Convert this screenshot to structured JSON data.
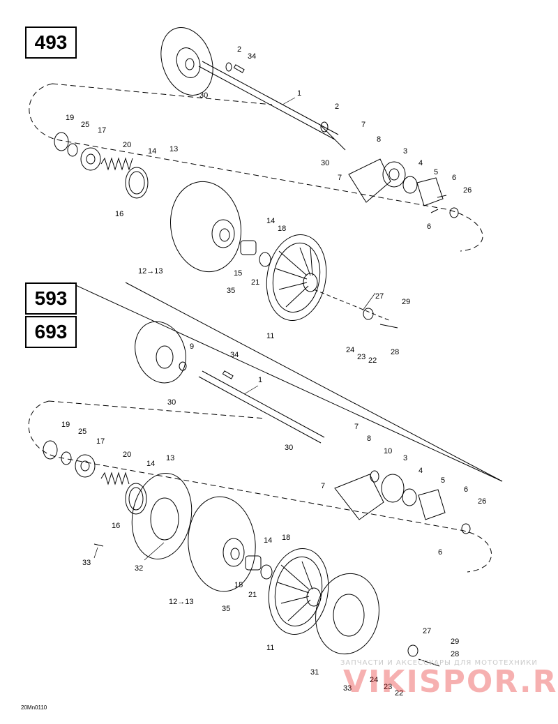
{
  "models": {
    "top": "493",
    "bottom_a": "593",
    "bottom_b": "693"
  },
  "callouts_top": {
    "c1": "1",
    "c2a": "2",
    "c2b": "2",
    "c3": "3",
    "c4": "4",
    "c5": "5",
    "c6a": "6",
    "c6b": "6",
    "c7a": "7",
    "c7b": "7",
    "c8": "8",
    "c11": "11",
    "c12": "12→13",
    "c13": "13",
    "c14a": "14",
    "c14b": "14",
    "c15": "15",
    "c16": "16",
    "c17": "17",
    "c18": "18",
    "c19": "19",
    "c20": "20",
    "c21": "21",
    "c22": "22",
    "c23": "23",
    "c24": "24",
    "c25": "25",
    "c26": "26",
    "c27": "27",
    "c28": "28",
    "c29": "29",
    "c30a": "30",
    "c30b": "30",
    "c34": "34",
    "c35": "35"
  },
  "callouts_bottom": {
    "c1": "1",
    "c3": "3",
    "c4": "4",
    "c5": "5",
    "c6a": "6",
    "c6b": "6",
    "c7a": "7",
    "c7b": "7",
    "c8": "8",
    "c9": "9",
    "c10": "10",
    "c11": "11",
    "c12": "12→13",
    "c13": "13",
    "c14a": "14",
    "c14b": "14",
    "c15": "15",
    "c16": "16",
    "c17": "17",
    "c18": "18",
    "c19": "19",
    "c20": "20",
    "c21": "21",
    "c22": "22",
    "c23": "23",
    "c24": "24",
    "c25": "25",
    "c26": "26",
    "c27": "27",
    "c28": "28",
    "c29": "29",
    "c30a": "30",
    "c30b": "30",
    "c31": "31",
    "c32": "32",
    "c33a": "33",
    "c33b": "33",
    "c34": "34",
    "c35": "35"
  },
  "drawing_code": "20Mn0110",
  "watermark": {
    "line1": "ЗАПЧАСТИ И АКСЕССУАРЫ ДЛЯ МОТОТЕХНИКИ",
    "line2": "VIKISPOR.RU"
  }
}
